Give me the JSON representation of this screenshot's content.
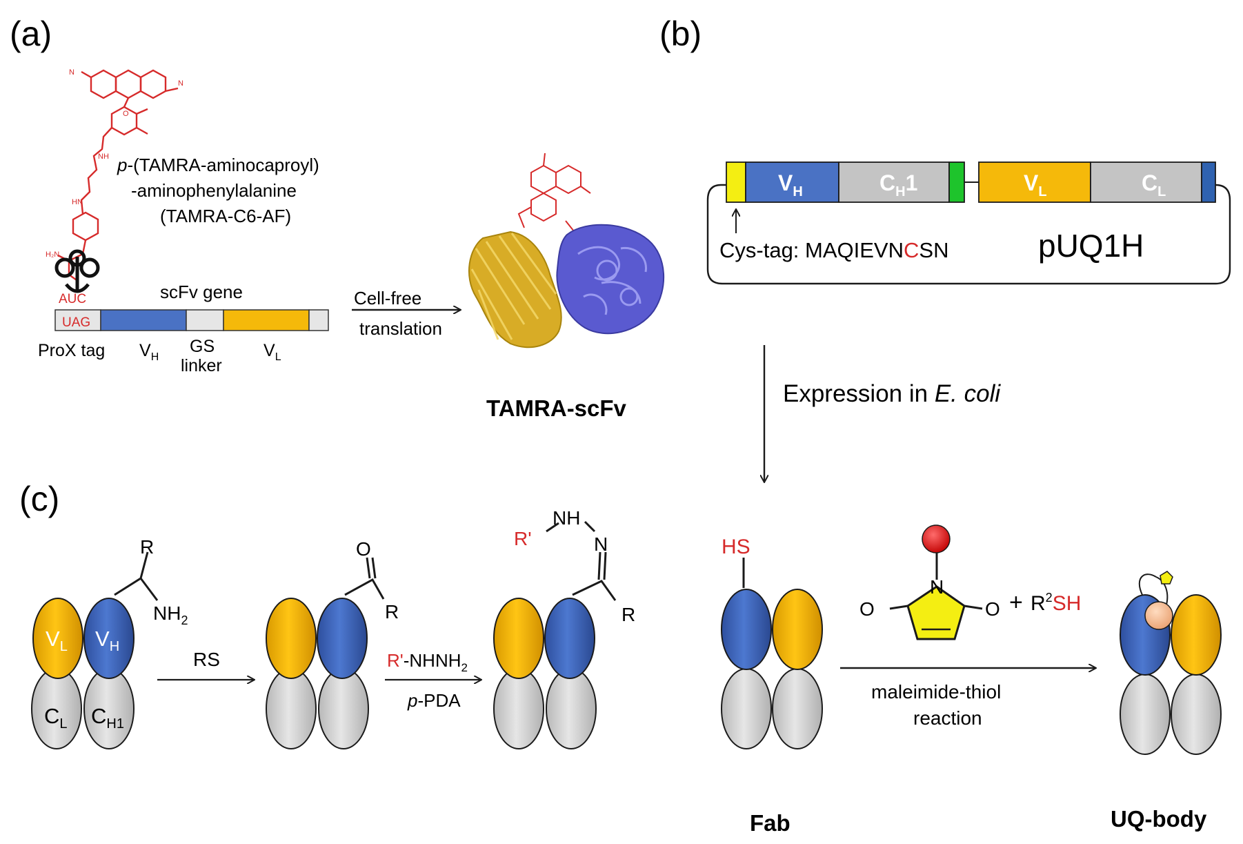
{
  "panels": {
    "a": "(a)",
    "b": "(b)",
    "c": "(c)"
  },
  "panel_a": {
    "compound_line1_prefix": "p",
    "compound_line1_rest": "-(TAMRA-aminocaproyl)",
    "compound_line2": "-aminophenylalanine",
    "compound_line3": "(TAMRA-C6-AF)",
    "anticodon": "AUC",
    "gene_label": "scFv gene",
    "codon": "UAG",
    "seg_prox": "ProX tag",
    "seg_vh_main": "V",
    "seg_vh_sub": "H",
    "seg_gs_line1": "GS",
    "seg_gs_line2": "linker",
    "seg_vl_main": "V",
    "seg_vl_sub": "L",
    "arrow_line1": "Cell-free",
    "arrow_line2": "translation",
    "product": "TAMRA-scFv"
  },
  "panel_b": {
    "vh_main": "V",
    "vh_sub": "H",
    "ch1_main": "C",
    "ch1_sub": "H",
    "ch1_suffix": "1",
    "vl_main": "V",
    "vl_sub": "L",
    "cl_main": "C",
    "cl_sub": "L",
    "cys_prefix": "Cys-tag: MAQIEVN",
    "cys_highlight": "C",
    "cys_suffix": "SN",
    "plasmid": "pUQ1H",
    "expression_prefix": "Expression in ",
    "expression_italic": "E. coli"
  },
  "panel_c": {
    "fab1": {
      "vl_main": "V",
      "vl_sub": "L",
      "vh_main": "V",
      "vh_sub": "H",
      "cl_main": "C",
      "cl_sub": "L",
      "ch_main": "C",
      "ch_sub": "H1"
    },
    "struct1_R": "R",
    "struct1_NH": "NH",
    "struct1_sub": "2",
    "arrow1": "RS",
    "struct2_O": "O",
    "struct2_R": "R",
    "arrow2_red": "R'",
    "arrow2_rest": "-NHNH",
    "arrow2_sub": "2",
    "arrow2_bottom_prefix": "p",
    "arrow2_bottom_rest": "-PDA",
    "struct3_Rp": "R'",
    "struct3_NH": "NH",
    "struct3_N": "N",
    "struct3_R": "R",
    "hs": "HS",
    "fab_label": "Fab",
    "maleimide_O_left": "O",
    "maleimide_N": "N",
    "maleimide_O_right": "O",
    "plus": "+",
    "r2_main": "R",
    "r2_sup": "2",
    "r2_sh": "SH",
    "reaction_line1": "maleimide-thiol",
    "reaction_line2": "reaction",
    "uq_label": "UQ-body"
  },
  "colors": {
    "blue": "#4a72c4",
    "gold": "#f5b90a",
    "grey": "#d4d4d4",
    "red": "#d62a2a",
    "yellow": "#f4ee12",
    "green": "#1ec42c",
    "helix_blue": "#5a5ad0",
    "sheet_gold": "#d8ac26"
  }
}
